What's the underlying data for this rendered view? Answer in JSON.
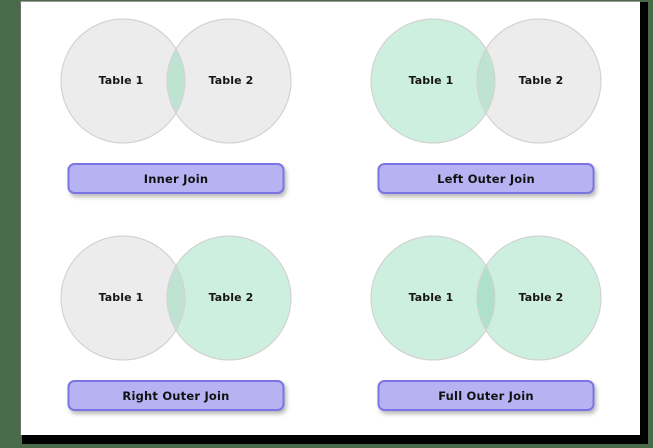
{
  "figure": {
    "kind": "sql-join-venn-diagram",
    "background_color": "#4a6b49",
    "card_color": "#ffffff",
    "colors": {
      "circle_inactive_fill": "#ececec",
      "circle_active_fill": "#cdefe0",
      "intersection_fill": "#bfe3d2",
      "intersection_both_active_fill": "#aee0cb",
      "circle_stroke": "#d2d2d2",
      "button_fill": "#b7b3f2",
      "button_border": "#7c74e4",
      "text_color": "#161616"
    }
  },
  "diagrams": [
    {
      "id": "inner-join",
      "label": "Inner Join",
      "left_circle_label": "Table 1",
      "right_circle_label": "Table 2",
      "left_highlighted": false,
      "right_highlighted": false,
      "intersection_highlighted": true
    },
    {
      "id": "left-outer-join",
      "label": "Left Outer Join",
      "left_circle_label": "Table 1",
      "right_circle_label": "Table 2",
      "left_highlighted": true,
      "right_highlighted": false,
      "intersection_highlighted": true
    },
    {
      "id": "right-outer-join",
      "label": "Right Outer Join",
      "left_circle_label": "Table 1",
      "right_circle_label": "Table 2",
      "left_highlighted": false,
      "right_highlighted": true,
      "intersection_highlighted": true
    },
    {
      "id": "full-outer-join",
      "label": "Full Outer Join",
      "left_circle_label": "Table 1",
      "right_circle_label": "Table 2",
      "left_highlighted": true,
      "right_highlighted": true,
      "intersection_highlighted": true
    }
  ]
}
